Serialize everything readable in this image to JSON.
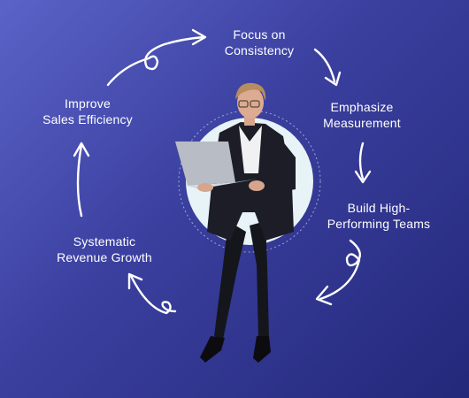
{
  "cycle": {
    "steps": [
      {
        "label": "Focus on\nConsistency"
      },
      {
        "label": "Emphasize\nMeasurement"
      },
      {
        "label": "Build High-\nPerforming Teams"
      },
      {
        "label": "Systematic\nRevenue Growth"
      },
      {
        "label": "Improve\nSales Efficiency"
      }
    ]
  },
  "colors": {
    "background_top": "#5b63c8",
    "background_bottom": "#24287a",
    "circle": "#e8f3f8",
    "text": "#ffffff",
    "arrow": "#ffffff"
  },
  "icons": [
    "hand-drawn-arrow-icon"
  ]
}
